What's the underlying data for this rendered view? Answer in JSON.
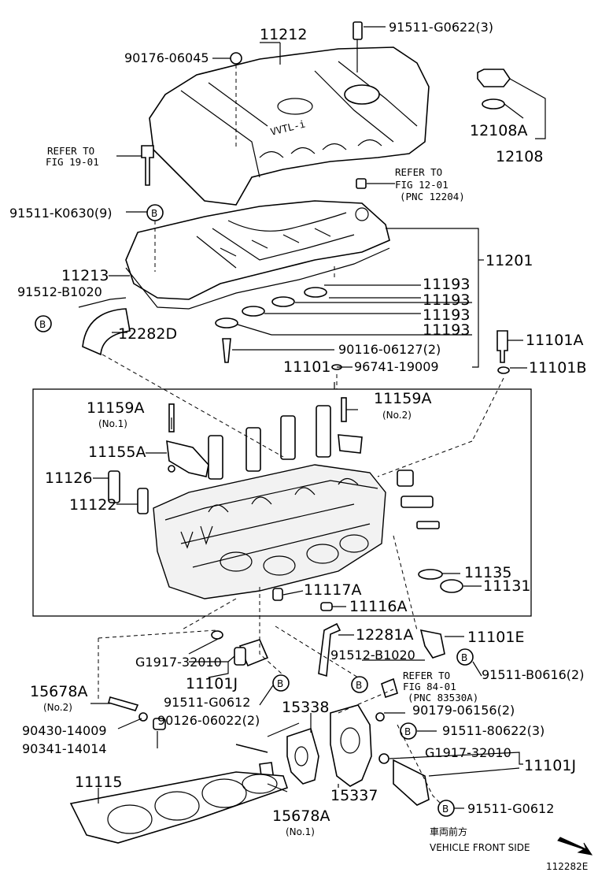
{
  "labels": {
    "p11212": "11212",
    "p91511_g0622": "91511-G0622(3)",
    "p90176": "90176-06045",
    "refer19_a": "REFER TO",
    "refer19_b": "FIG 19-01",
    "p12108a": "12108A",
    "p12108": "12108",
    "refer12_a": "REFER TO",
    "refer12_b": "FIG 12-01",
    "refer12_c": "(PNC 12204)",
    "p91511_k0630": "91511-K0630(9)",
    "p11201": "11201",
    "p11213": "11213",
    "p91512_b1020_top": "91512-B1020",
    "p11193_1": "11193",
    "p11193_2": "11193",
    "p11193_3": "11193",
    "p11193_4": "11193",
    "p12282d": "12282D",
    "p90116": "90116-06127(2)",
    "p11101a": "11101A",
    "p11101": "11101",
    "p96741": "96741-19009",
    "p11101b": "11101B",
    "p11159a_1": "11159A",
    "no1_a": "(No.1)",
    "p11159a_2": "11159A",
    "no2_a": "(No.2)",
    "p11155a": "11155A",
    "p11126": "11126",
    "p11122": "11122",
    "p11135": "11135",
    "p11131": "11131",
    "p11117a": "11117A",
    "p11116a": "11116A",
    "p12281a": "12281A",
    "p11101e": "11101E",
    "p91512_b1020_bot": "91512-B1020",
    "p91511_b0616": "91511-B0616(2)",
    "pg1917_a": "G1917-32010",
    "p11101j_a": "11101J",
    "p91511_g0612_a": "91511-G0612",
    "p15678a_a": "15678A",
    "no2_b": "(No.2)",
    "refer84_a": "REFER TO",
    "refer84_b": "FIG 84-01",
    "refer84_c": "(PNC 83530A)",
    "p15338": "15338",
    "p90179": "90179-06156(2)",
    "p90126": "90126-06022(2)",
    "p91511_80622": "91511-80622(3)",
    "p90430": "90430-14009",
    "pg1917_b": "G1917-32010",
    "p11101j_b": "11101J",
    "p90341": "90341-14014",
    "p11115": "11115",
    "p15337": "15337",
    "p15678a_b": "15678A",
    "no1_b": "(No.1)",
    "p91511_g0612_b": "91511-G0612",
    "front_jp": "車両前方",
    "front_en": "VEHICLE FRONT SIDE",
    "fig_code": "112282E",
    "cover_badge": "VVTL-i",
    "bolt_b": "B"
  },
  "colors": {
    "ink": "#000000",
    "paper": "#ffffff",
    "shade": "#f2f2f2"
  }
}
